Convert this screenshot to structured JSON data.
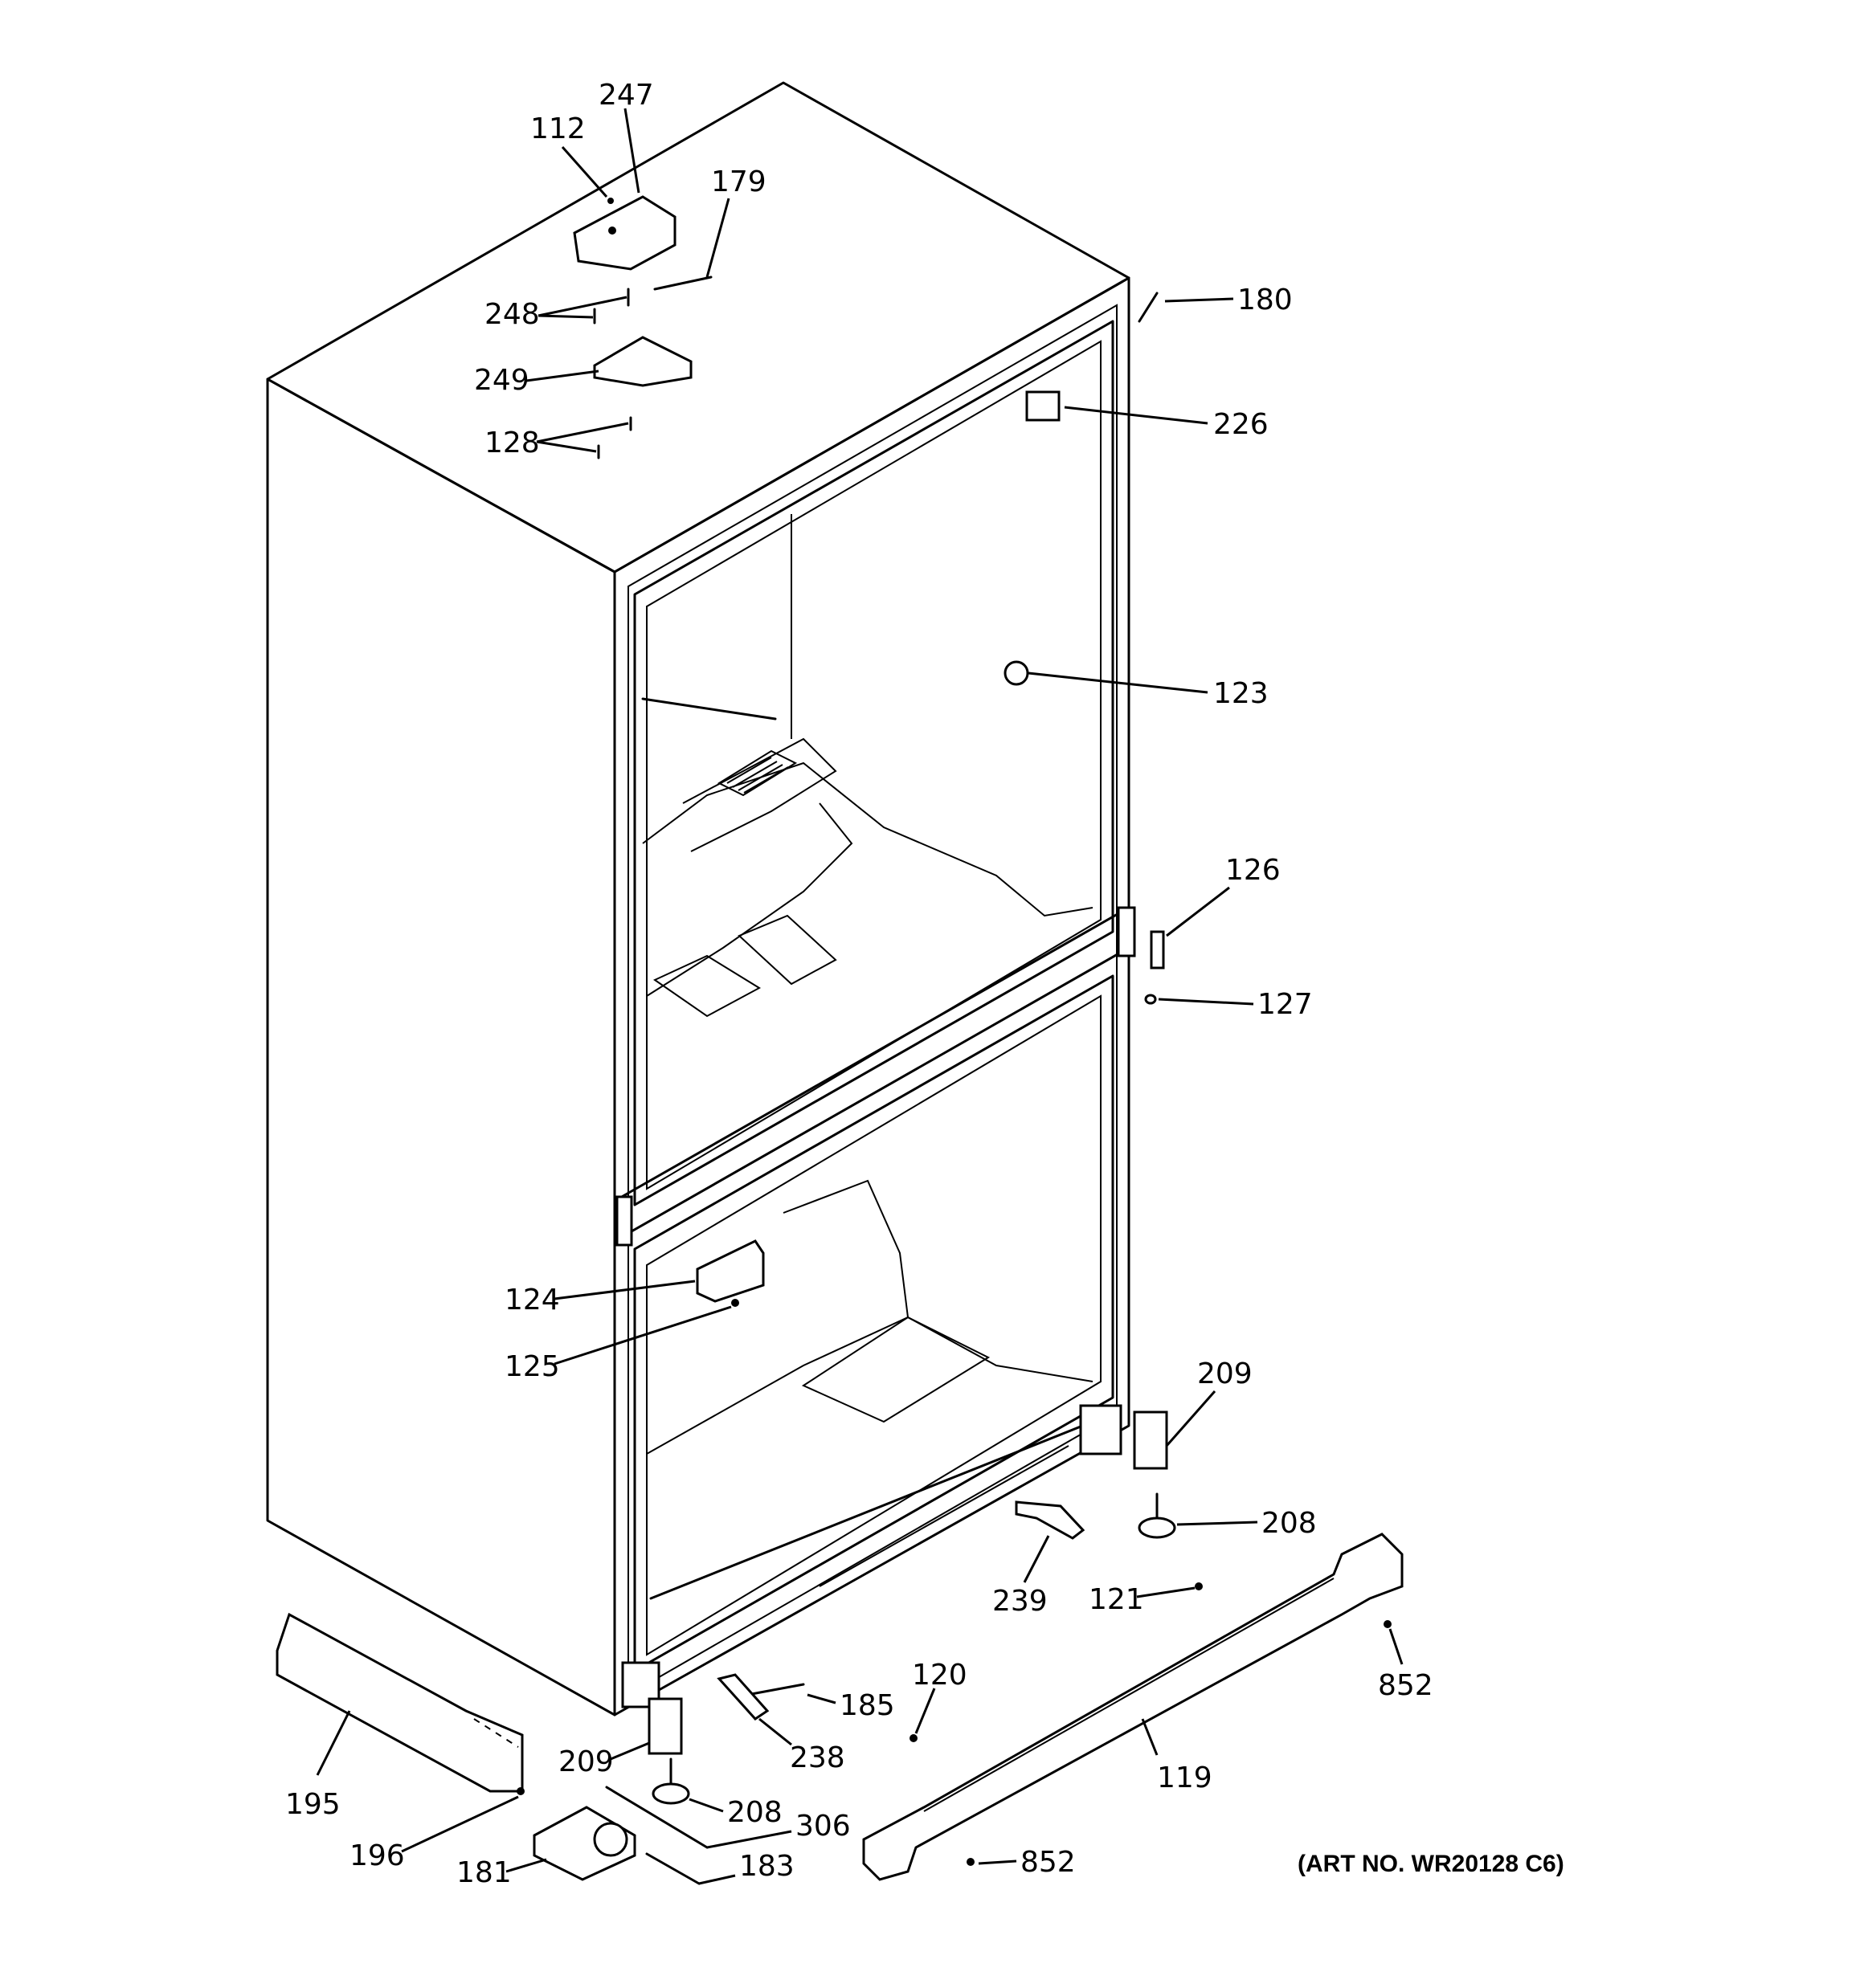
{
  "callouts": [
    {
      "id": "c112",
      "text": "112"
    },
    {
      "id": "c247",
      "text": "247"
    },
    {
      "id": "c179",
      "text": "179"
    },
    {
      "id": "c248",
      "text": "248"
    },
    {
      "id": "c249",
      "text": "249"
    },
    {
      "id": "c128",
      "text": "128"
    },
    {
      "id": "c180",
      "text": "180"
    },
    {
      "id": "c226",
      "text": "226"
    },
    {
      "id": "c123",
      "text": "123"
    },
    {
      "id": "c126",
      "text": "126"
    },
    {
      "id": "c127",
      "text": "127"
    },
    {
      "id": "c124",
      "text": "124"
    },
    {
      "id": "c125",
      "text": "125"
    },
    {
      "id": "c209a",
      "text": "209"
    },
    {
      "id": "c208a",
      "text": "208"
    },
    {
      "id": "c239",
      "text": "239"
    },
    {
      "id": "c121",
      "text": "121"
    },
    {
      "id": "c852a",
      "text": "852"
    },
    {
      "id": "c120",
      "text": "120"
    },
    {
      "id": "c185",
      "text": "185"
    },
    {
      "id": "c238",
      "text": "238"
    },
    {
      "id": "c209b",
      "text": "209"
    },
    {
      "id": "c208b",
      "text": "208"
    },
    {
      "id": "c306",
      "text": "306"
    },
    {
      "id": "c183",
      "text": "183"
    },
    {
      "id": "c181",
      "text": "181"
    },
    {
      "id": "c195",
      "text": "195"
    },
    {
      "id": "c196",
      "text": "196"
    },
    {
      "id": "c119",
      "text": "119"
    },
    {
      "id": "c852b",
      "text": "852"
    }
  ],
  "art_number": "(ART NO. WR20128 C6)"
}
